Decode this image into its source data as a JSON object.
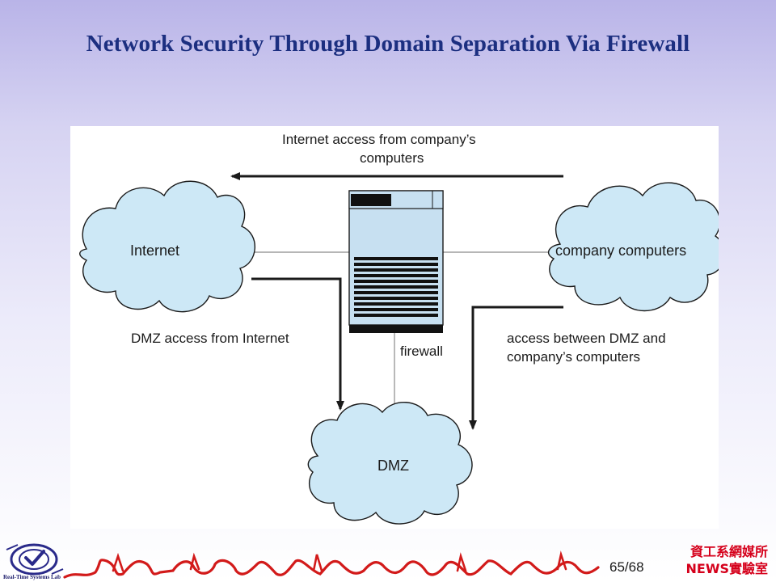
{
  "slide": {
    "title": "Network Security Through Domain Separation Via Firewall"
  },
  "diagram": {
    "top_arrow_label_line1": "Internet access from company’s",
    "top_arrow_label_line2": "computers",
    "cloud_internet": "Internet",
    "cloud_company": "company computers",
    "cloud_dmz": "DMZ",
    "firewall_label": "firewall",
    "left_arrow_label": "DMZ access from Internet",
    "right_arrow_label_line1": "access between DMZ and",
    "right_arrow_label_line2": "company’s computers",
    "colors": {
      "cloud_fill": "#cde8f6",
      "firewall_fill": "#c7e0f1",
      "stroke": "#1a1a1a"
    },
    "icons": [
      "cloud-icon",
      "firewall-server-icon",
      "arrow-icon"
    ]
  },
  "footer": {
    "page_current": "65",
    "page_total": "/68",
    "dept_line1": "資工系網媒所",
    "dept_line2": "NEWS實驗室",
    "lab_logo_text": "Real-Time Systems Lab",
    "accent_color": "#d5001b",
    "title_color": "#1c2f80"
  }
}
